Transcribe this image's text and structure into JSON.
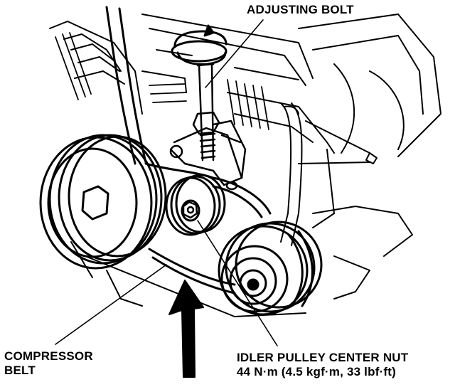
{
  "labels": {
    "adjusting_bolt": "ADJUSTING BOLT",
    "compressor_belt_line1": "COMPRESSOR",
    "compressor_belt_line2": "BELT",
    "idler_nut_line1": "IDLER PULLEY CENTER NUT",
    "idler_nut_line2": "44 N·m (4.5 kgf·m, 33 lbf·ft)"
  },
  "colors": {
    "ink": "#000000",
    "paper": "#ffffff"
  }
}
